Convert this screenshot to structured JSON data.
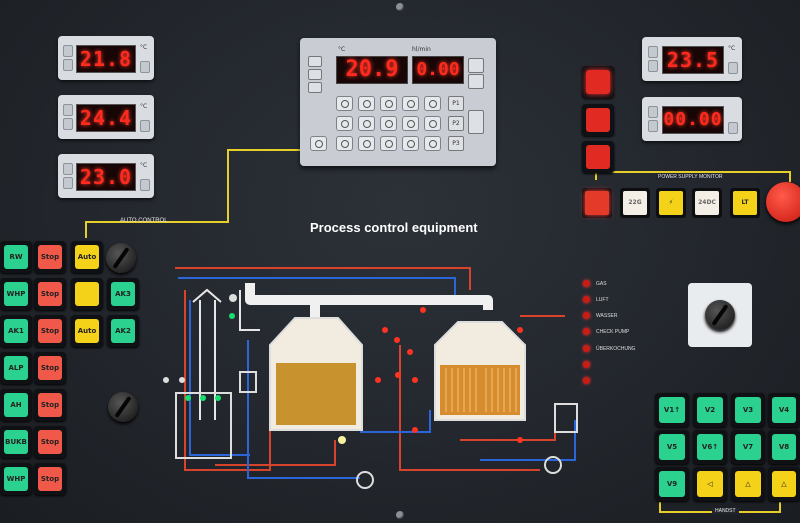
{
  "title": "Process control equipment",
  "controllers": {
    "left": [
      {
        "value": "21.8",
        "unit": "°C"
      },
      {
        "value": "24.4",
        "unit": "°C"
      },
      {
        "value": "23.0",
        "unit": "°C"
      }
    ],
    "right": [
      {
        "value": "23.5",
        "unit": "°C"
      },
      {
        "value": "00.00",
        "unit": ""
      }
    ],
    "main": {
      "value1": "20.9",
      "value2": "0.00",
      "unit1": "°C",
      "unit2": "hl/min",
      "keys": [
        "P1",
        "P2",
        "P3"
      ]
    }
  },
  "auto_control_label": "AUTO CONTROL",
  "left_buttons": [
    {
      "label": "RW",
      "stop": "Stop"
    },
    {
      "label": "WHP",
      "stop": "Stop"
    },
    {
      "label": "AK1",
      "stop": "Stop"
    },
    {
      "label": "ALP",
      "stop": "Stop"
    },
    {
      "label": "AH",
      "stop": "Stop"
    },
    {
      "label": "BUKB",
      "stop": "Stop"
    },
    {
      "label": "WHP",
      "stop": "Stop"
    }
  ],
  "auto_buttons": [
    {
      "label": "Auto",
      "side": ""
    },
    {
      "label": "",
      "side": "AK3"
    },
    {
      "label": "Auto",
      "side": "AK2"
    }
  ],
  "power_supply": {
    "label": "POWER SUPPLY MONITOR",
    "tiles": [
      "",
      "22G",
      "",
      "24DC",
      "LT"
    ]
  },
  "indicators": [
    "GAS",
    "LUFT",
    "WASSER",
    "CHECK PUMP",
    "ÜBERKOCHUNG",
    "",
    ""
  ],
  "handset": {
    "label": "HANDST",
    "rows": [
      [
        "V1↑",
        "V2",
        "V3",
        "V4"
      ],
      [
        "V5",
        "V6↑",
        "V7",
        "V8"
      ],
      [
        "V9",
        "",
        "",
        ""
      ]
    ]
  },
  "colors": {
    "panel": "#22262c",
    "green": "#2bd18f",
    "red": "#f0584a",
    "yellow": "#f4d21a",
    "wire": "#e6cf2a",
    "pipe_red": "#d8432c",
    "pipe_blue": "#2b66d8"
  }
}
